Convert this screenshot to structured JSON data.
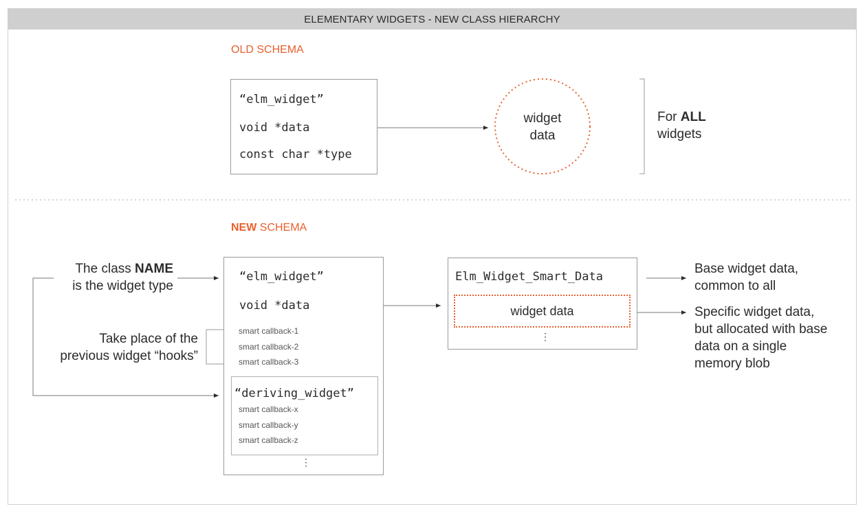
{
  "header": {
    "title": "ELEMENTARY WIDGETS - NEW CLASS HIERARCHY"
  },
  "old_schema": {
    "title": "OLD SCHEMA",
    "box": {
      "name": "“elm_widget”",
      "field_data": "void *data",
      "field_type": "const char *type"
    },
    "circle_label_1": "widget",
    "circle_label_2": "data",
    "note_prefix": "For ",
    "note_bold": "ALL",
    "note_suffix": "widgets"
  },
  "new_schema": {
    "title_bold": "NEW",
    "title_rest": " SCHEMA",
    "left_note_1_pre": "The class ",
    "left_note_1_bold": "NAME",
    "left_note_1_line2": "is the widget type",
    "left_note_2_line1": "Take place of the",
    "left_note_2_line2": "previous widget “hooks”",
    "main_box": {
      "name": "“elm_widget”",
      "field_data": "void *data",
      "callbacks": [
        "smart callback-1",
        "smart callback-2",
        "smart callback-3"
      ],
      "inner_name": "“deriving_widget”",
      "inner_callbacks": [
        "smart callback-x",
        "smart callback-y",
        "smart callback-z"
      ],
      "more": "⋮"
    },
    "smart_box": {
      "name": "Elm_Widget_Smart_Data",
      "inner": "widget data",
      "more": "⋮"
    },
    "right_note_1": [
      "Base widget data,",
      "common to all"
    ],
    "right_note_2": [
      "Specific widget data,",
      "but allocated with base",
      "data on a single",
      "memory blob"
    ]
  },
  "colors": {
    "accent": "#e8602c",
    "header_bg": "#cfcfcf",
    "border": "#9a9a9a"
  }
}
